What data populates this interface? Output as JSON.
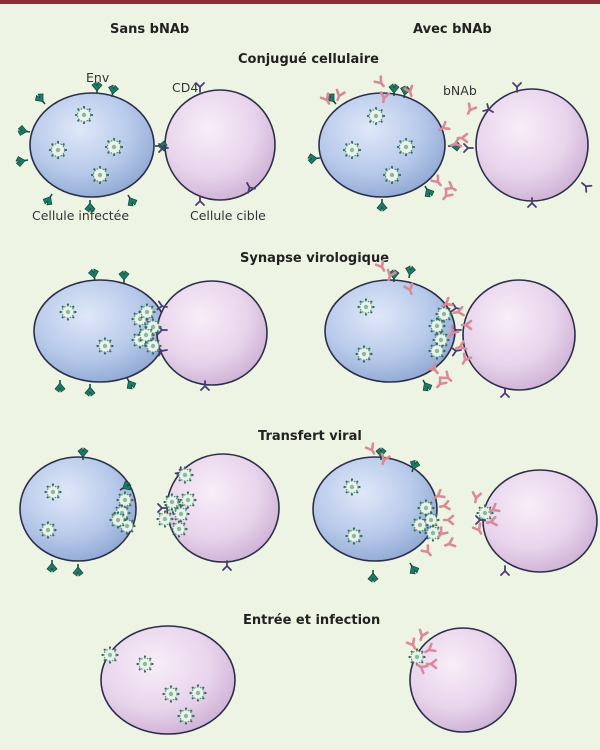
{
  "columns": {
    "left": "Sans bNAb",
    "right": "Avec bNAb"
  },
  "sections": [
    "Conjugué cellulaire",
    "Synapse virologique",
    "Transfert viral",
    "Entrée et infection"
  ],
  "labels": {
    "env": "Env",
    "cd4": "CD4",
    "bnab": "bNAb",
    "infected_cell": "Cellule infectée",
    "target_cell": "Cellule cible"
  },
  "colors": {
    "background": "#eef4e4",
    "accent_bar": "#8d2c34",
    "infected_cell": "#b4c8ea",
    "target_cell": "#ead8ee",
    "env": "#1e7a66",
    "antibody": "#d98a98",
    "virion": "#5b8a74"
  }
}
